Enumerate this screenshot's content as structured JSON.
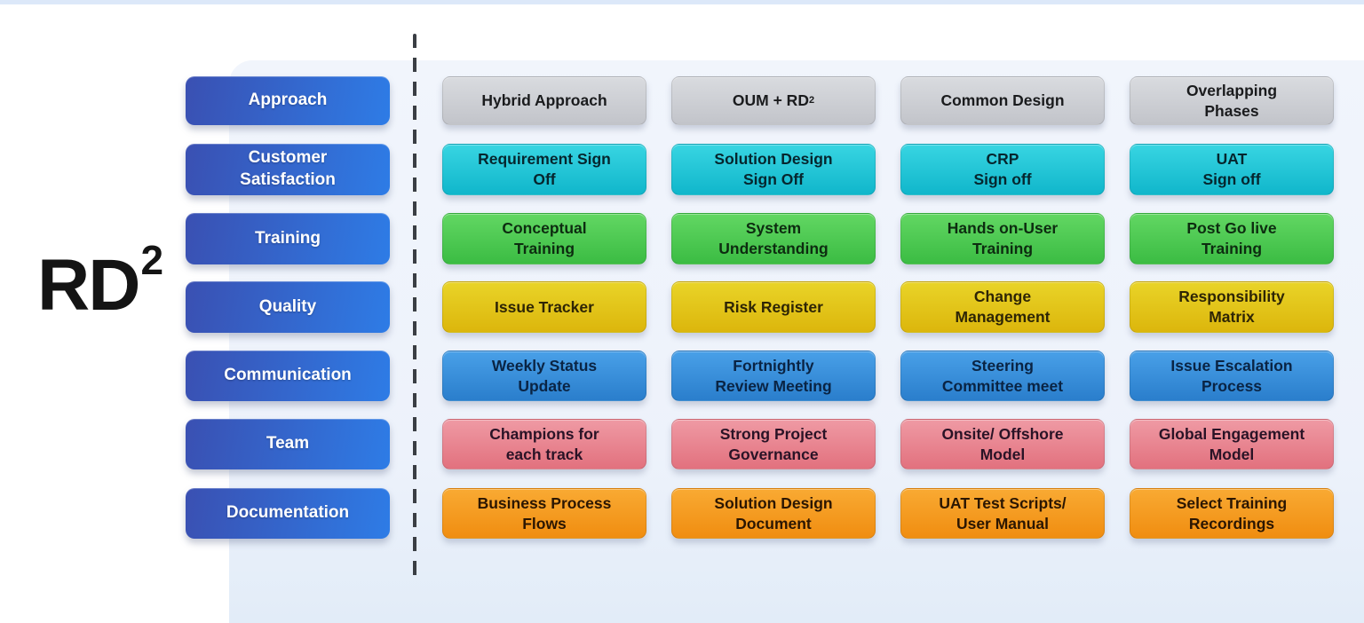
{
  "logo": {
    "text": "RD",
    "sup": "2"
  },
  "sidebar": {
    "button_color_left": "#3a50b2",
    "button_color_right": "#2e7ce6",
    "text_color": "#ffffff",
    "items": [
      {
        "label": "Approach"
      },
      {
        "label": "Customer\nSatisfaction"
      },
      {
        "label": "Training"
      },
      {
        "label": "Quality"
      },
      {
        "label": "Communication"
      },
      {
        "label": "Team"
      },
      {
        "label": "Documentation"
      }
    ]
  },
  "divider": {
    "style": "dashed",
    "color": "#3a3e44"
  },
  "panel": {
    "color": "#eef3fb"
  },
  "grid": {
    "rows": [
      {
        "name": "approach",
        "color_top": "#d9dbdf",
        "color_bottom": "#c2c4ca",
        "text_color": "#1a1b1d",
        "cells": [
          {
            "text": "Hybrid Approach"
          },
          {
            "text": "OUM + RD",
            "sup": "2"
          },
          {
            "text": "Common Design"
          },
          {
            "text": "Overlapping\nPhases"
          }
        ]
      },
      {
        "name": "customer-satisfaction",
        "color_top": "#38d5e2",
        "color_bottom": "#10b6cb",
        "text_color": "#06262e",
        "cells": [
          {
            "text": "Requirement Sign\nOff"
          },
          {
            "text": "Solution Design\nSign Off"
          },
          {
            "text": "CRP\nSign off"
          },
          {
            "text": "UAT\nSign off"
          }
        ]
      },
      {
        "name": "training",
        "color_top": "#62d763",
        "color_bottom": "#3bbc43",
        "text_color": "#0d2c10",
        "cells": [
          {
            "text": "Conceptual\nTraining"
          },
          {
            "text": "System\nUnderstanding"
          },
          {
            "text": "Hands on-User\nTraining"
          },
          {
            "text": "Post Go live\nTraining"
          }
        ]
      },
      {
        "name": "quality",
        "color_top": "#e9d428",
        "color_bottom": "#dcb60c",
        "text_color": "#2e2505",
        "cells": [
          {
            "text": "Issue Tracker"
          },
          {
            "text": "Risk Register"
          },
          {
            "text": "Change\nManagement"
          },
          {
            "text": "Responsibility\nMatrix"
          }
        ]
      },
      {
        "name": "communication",
        "color_top": "#49a0e8",
        "color_bottom": "#2a7ecc",
        "text_color": "#0a2444",
        "cells": [
          {
            "text": "Weekly Status\nUpdate"
          },
          {
            "text": "Fortnightly\nReview Meeting"
          },
          {
            "text": "Steering\nCommittee meet"
          },
          {
            "text": "Issue Escalation\nProcess"
          }
        ]
      },
      {
        "name": "team",
        "color_top": "#ef9aa4",
        "color_bottom": "#e2717e",
        "text_color": "#2a1326",
        "cells": [
          {
            "text": "Champions for\neach track"
          },
          {
            "text": "Strong Project\nGovernance"
          },
          {
            "text": "Onsite/ Offshore\nModel"
          },
          {
            "text": "Global Engagement\nModel"
          }
        ]
      },
      {
        "name": "documentation",
        "color_top": "#f9aa33",
        "color_bottom": "#f08d10",
        "text_color": "#2b1602",
        "cells": [
          {
            "text": "Business Process\nFlows"
          },
          {
            "text": "Solution Design\nDocument"
          },
          {
            "text": "UAT Test Scripts/\nUser Manual"
          },
          {
            "text": "Select Training\nRecordings"
          }
        ]
      }
    ]
  }
}
